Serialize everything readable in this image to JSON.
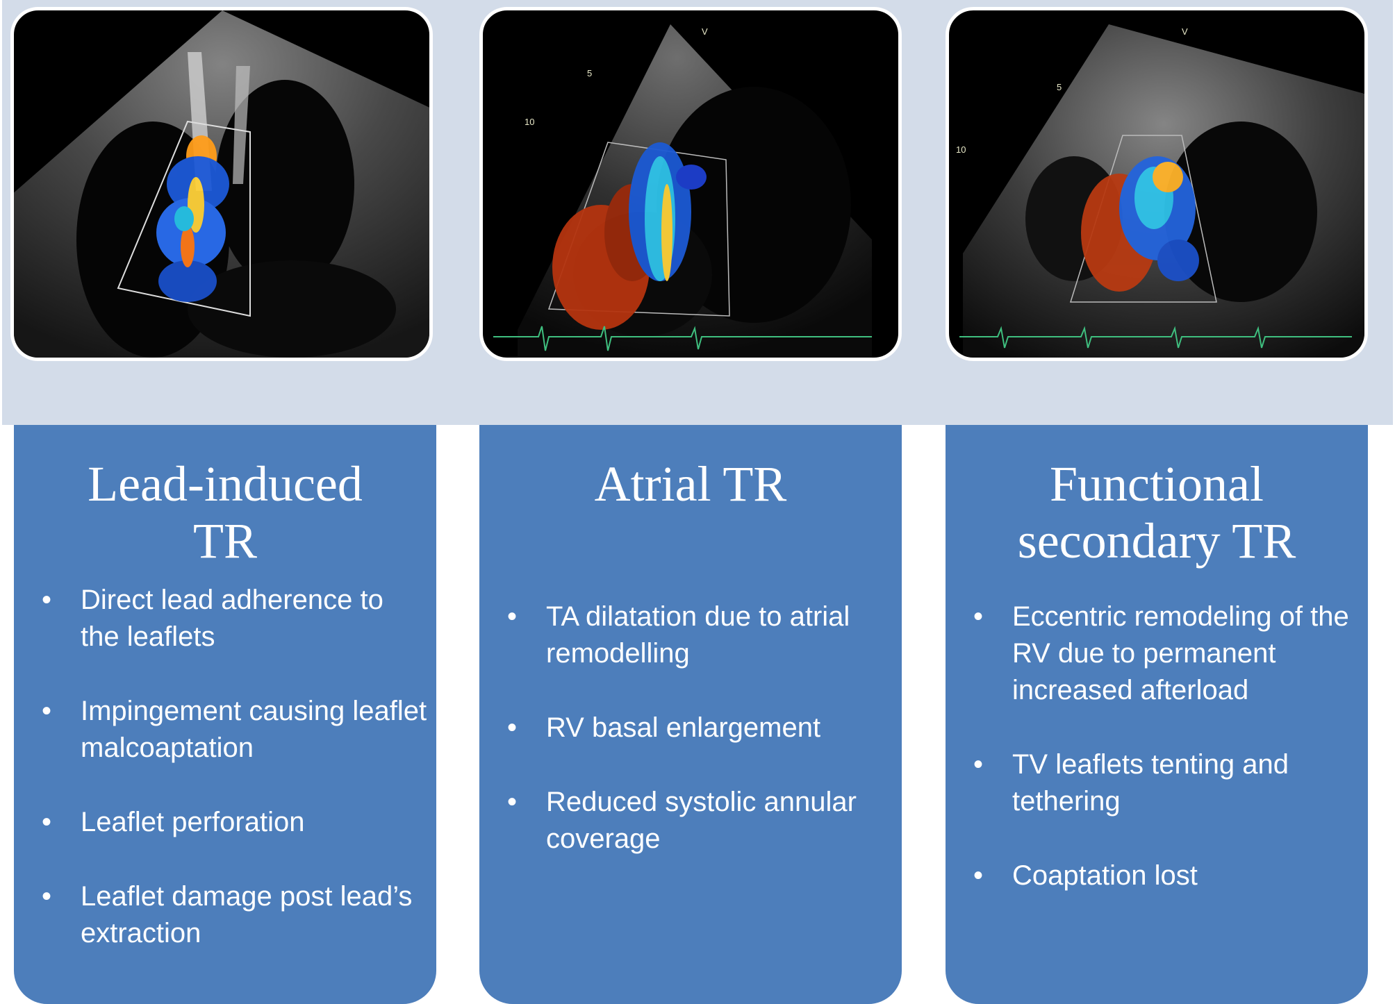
{
  "columns": [
    {
      "title_line1": "Lead-induced",
      "title_line2": "TR",
      "bullets": [
        "Direct lead adherence to the leaflets",
        "Impingement causing leaflet malcoaptation",
        "Leaflet perforation",
        "Leaflet damage post lead’s extraction"
      ]
    },
    {
      "title_line1": "Atrial TR",
      "title_line2": "",
      "bullets": [
        "TA dilatation due to atrial remodelling",
        "RV basal enlargement",
        "Reduced systolic annular coverage"
      ]
    },
    {
      "title_line1": "Functional",
      "title_line2": "secondary TR",
      "bullets": [
        "Eccentric remodeling of the RV due to permanent increased afterload",
        "TV leaflets tenting and tethering",
        "Coaptation lost"
      ]
    }
  ],
  "image_labels": {
    "panel2_depth_a": "5",
    "panel2_depth_b": "10",
    "panel2_marker": "V",
    "panel3_depth_a": "5",
    "panel3_depth_b": "10",
    "panel3_marker": "V"
  },
  "colors": {
    "card_blue": "#4d7ebb",
    "band": "#d3dce9",
    "ecg_green": "#3fbf7f"
  }
}
